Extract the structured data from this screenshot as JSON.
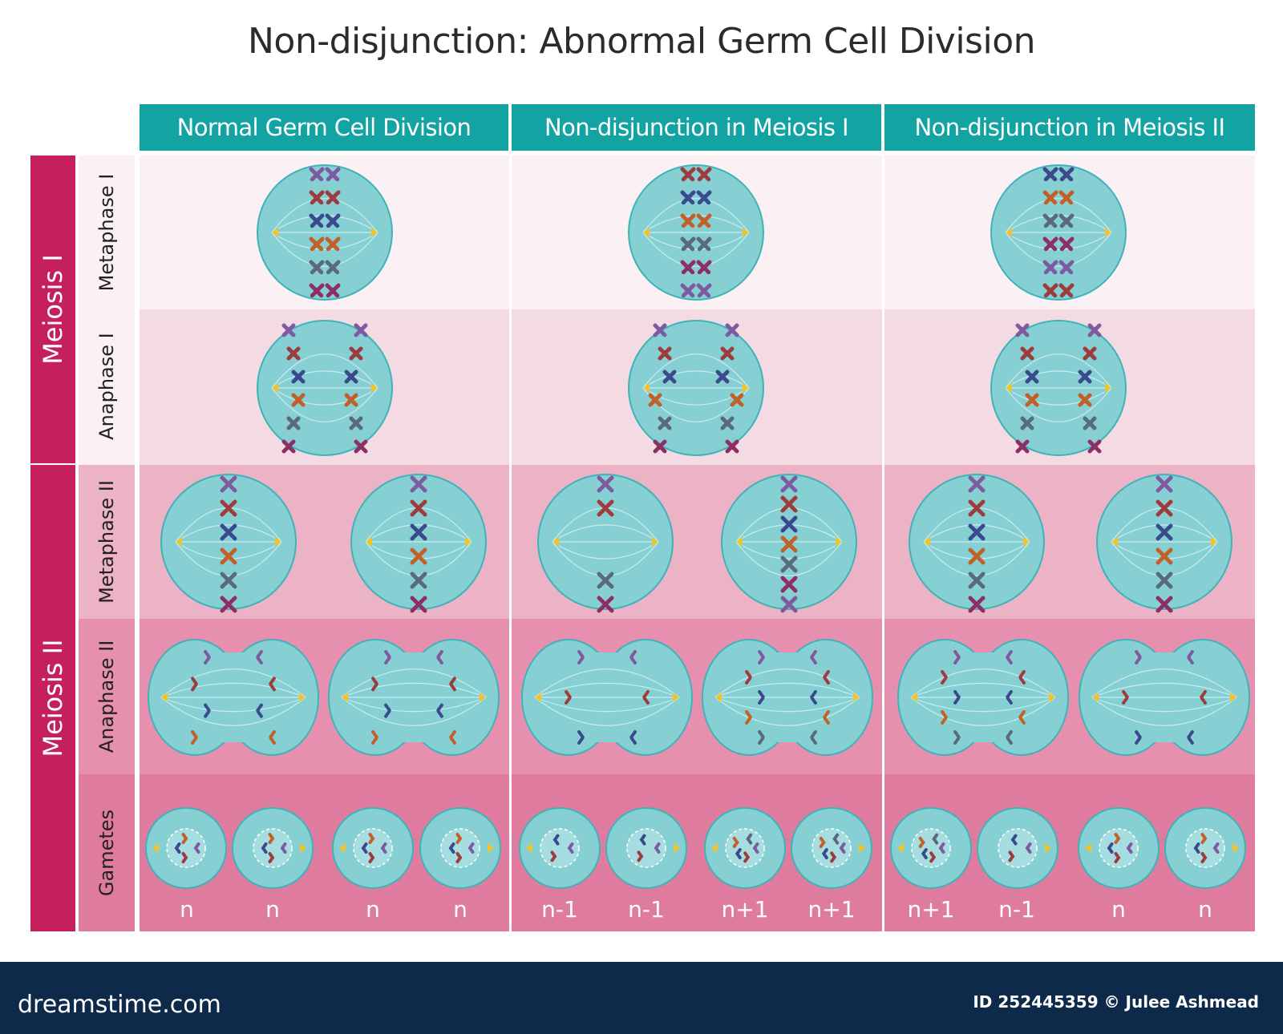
{
  "title": "Non-disjunction: Abnormal Germ Cell Division",
  "columns": [
    {
      "label": "Normal Germ Cell Division",
      "ploidy": [
        "n",
        "n",
        "n",
        "n"
      ]
    },
    {
      "label": "Non-disjunction in Meiosis I",
      "ploidy": [
        "n-1",
        "n-1",
        "n+1",
        "n+1"
      ]
    },
    {
      "label": "Non-disjunction in Meiosis II",
      "ploidy": [
        "n+1",
        "n-1",
        "n",
        "n"
      ]
    }
  ],
  "phases": [
    {
      "label": "Meiosis I"
    },
    {
      "label": "Meiosis II"
    }
  ],
  "stages": [
    {
      "label": "Metaphase I",
      "color": "#fbf1f4"
    },
    {
      "label": "Anaphase I",
      "color": "#f4dbe3"
    },
    {
      "label": "Metaphase II",
      "color": "#ecb2c6"
    },
    {
      "label": "Anaphase II",
      "color": "#e68faf"
    },
    {
      "label": "Gametes",
      "color": "#de7b9f"
    }
  ],
  "colors": {
    "header": "#14a3a3",
    "phase_block": "#c51f5d",
    "cell_fill": "#86d0d4",
    "cell_stroke": "#3fb3b8",
    "centrosome": "#f2c22b",
    "footer": "#0e2a4a",
    "chromosomes": [
      "#7e5aa0",
      "#9c3c3c",
      "#3b4a8c",
      "#c2602a",
      "#5b6a7a",
      "#8e2f63"
    ]
  },
  "footer": {
    "brand": "dreamstime.com",
    "credit": "ID 252445359 © Julee Ashmead"
  }
}
